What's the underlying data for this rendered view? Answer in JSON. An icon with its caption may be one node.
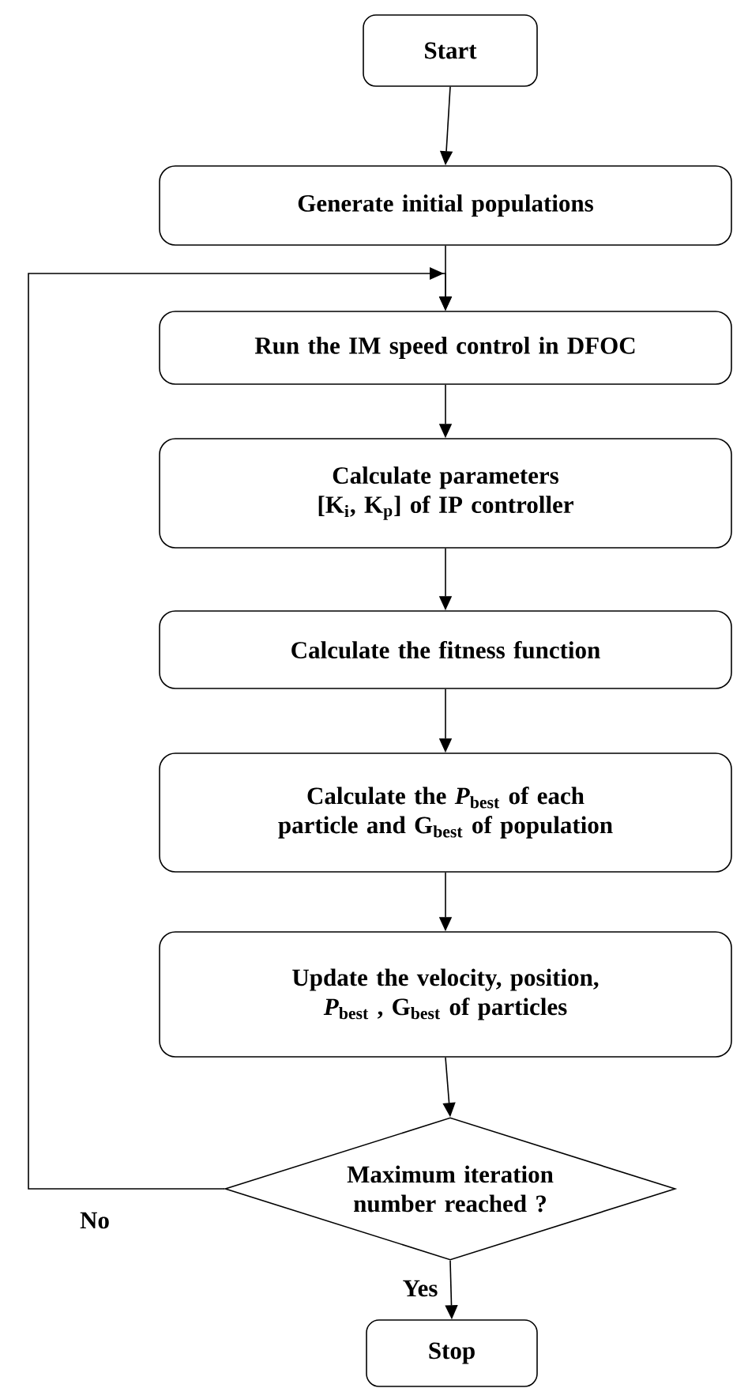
{
  "diagram": {
    "nodes": [
      {
        "text": [
          "Start"
        ]
      },
      {
        "text": [
          "Generate initial populations"
        ]
      },
      {
        "text": [
          "Run the IM speed control in DFOC"
        ]
      },
      {
        "text": [
          "Calculate parameters [K$_{i}$, K$_{p}$] of IP controller"
        ]
      },
      {
        "text": [
          "Calculate the fitness function"
        ]
      },
      {
        "text": [
          "Calculate the *P*$_{best}$ of each particle and G$_{best}$ of population"
        ]
      },
      {
        "text": [
          "Update the velocity, position, *P*$_{best}$ , G$_{best}$ of particles"
        ]
      },
      {
        "text": [
          "Maximum iteration number reached ?"
        ]
      },
      {
        "text": [
          "Stop"
        ]
      }
    ],
    "edges": [
      {
        "from": 0,
        "to": 1,
        "arrow": "to"
      },
      {
        "from": 1,
        "to": 2,
        "arrow": "to"
      },
      {
        "from": 2,
        "to": 3,
        "arrow": "to"
      },
      {
        "from": 3,
        "to": 4,
        "arrow": "to"
      },
      {
        "from": 4,
        "to": 5,
        "arrow": "to"
      },
      {
        "from": 5,
        "to": 6,
        "arrow": "to"
      },
      {
        "from": 6,
        "to": 7,
        "arrow": "to"
      },
      {
        "from": 7,
        "to": 2,
        "arrow": "to",
        "label": "No"
      },
      {
        "from": 7,
        "to": 8,
        "arrow": "to",
        "label": "Yes"
      }
    ]
  }
}
